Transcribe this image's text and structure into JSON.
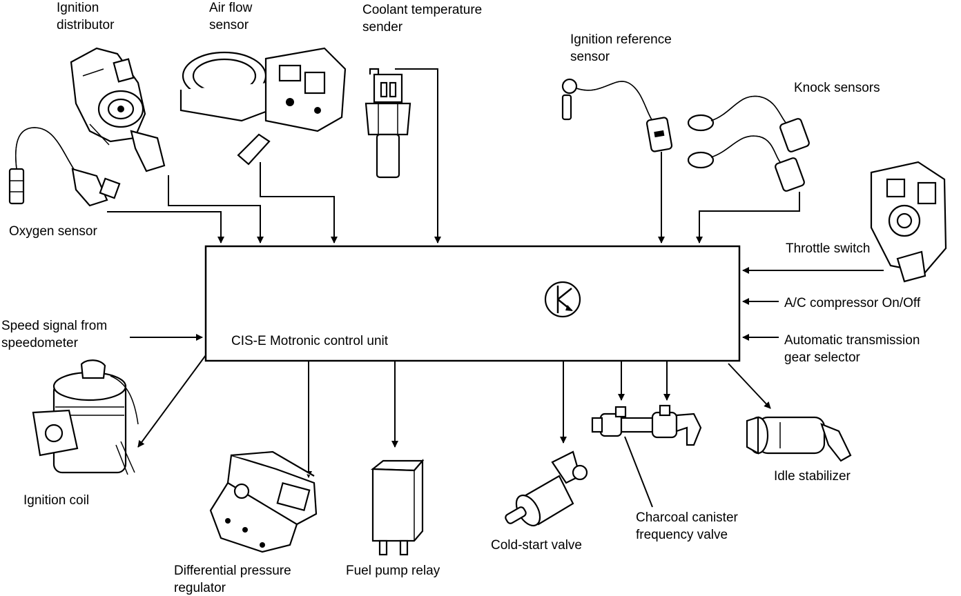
{
  "labels": {
    "ignition_distributor": [
      "Ignition",
      "distributor"
    ],
    "air_flow_sensor": [
      "Air flow",
      "sensor"
    ],
    "coolant_temperature_sender": [
      "Coolant temperature",
      "sender"
    ],
    "ignition_reference_sensor": [
      "Ignition reference",
      "sensor"
    ],
    "knock_sensors": [
      "Knock sensors"
    ],
    "oxygen_sensor": [
      "Oxygen sensor"
    ],
    "throttle_switch": [
      "Throttle switch"
    ],
    "ac_compressor": [
      "A/C compressor On/Off"
    ],
    "automatic_transmission": [
      "Automatic transmission",
      "gear selector"
    ],
    "speed_signal": [
      "Speed signal from",
      "speedometer"
    ],
    "control_unit": [
      "CIS-E Motronic control unit"
    ],
    "ignition_coil": [
      "Ignition coil"
    ],
    "differential_pressure_regulator": [
      "Differential pressure",
      "regulator"
    ],
    "fuel_pump_relay": [
      "Fuel pump relay"
    ],
    "cold_start_valve": [
      "Cold-start valve"
    ],
    "charcoal_canister": [
      "Charcoal canister",
      "frequency valve"
    ],
    "idle_stabilizer": [
      "Idle stabilizer"
    ]
  },
  "icons": {
    "control_unit_logo": "transistor-k-logo"
  }
}
